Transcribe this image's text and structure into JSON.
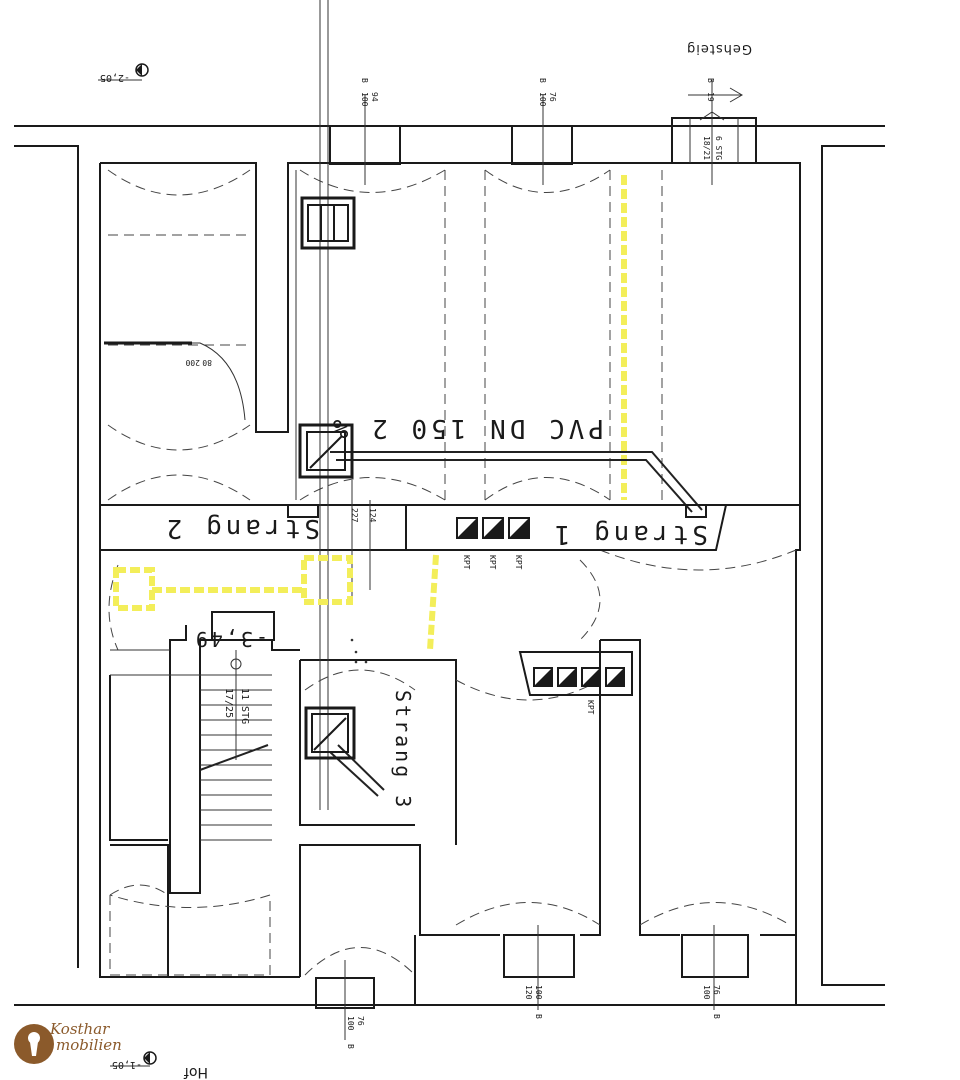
{
  "labels": {
    "gehsteig": "Gehsteig",
    "hof": "Hof",
    "pipe": "PVC DN 150 2 %",
    "strang1": "Strang 1",
    "strang2": "Strang 2",
    "strang3": "Strang 3",
    "level_main": "-3,49",
    "level_top": "-2,05",
    "level_bottom": "-1,05",
    "stairs_main": "11 STG",
    "stairs_main_ratio": "17/25",
    "stairs_top": "6 STG",
    "stairs_top_ratio": "18/21",
    "kpt": "KPT",
    "dim_227": "227",
    "dim_124": "124",
    "door_80": "80",
    "door_200": "200",
    "win_b": "B",
    "win_100": "100",
    "win_94": "94",
    "win_76": "76",
    "win_120": "120",
    "win_19": "19"
  },
  "logo": {
    "line1": "Kosthar",
    "line2": "mobilien"
  },
  "colors": {
    "ink": "#1a1a1a",
    "highlight": "#f3ee5a",
    "brand": "#8b5a2b"
  }
}
